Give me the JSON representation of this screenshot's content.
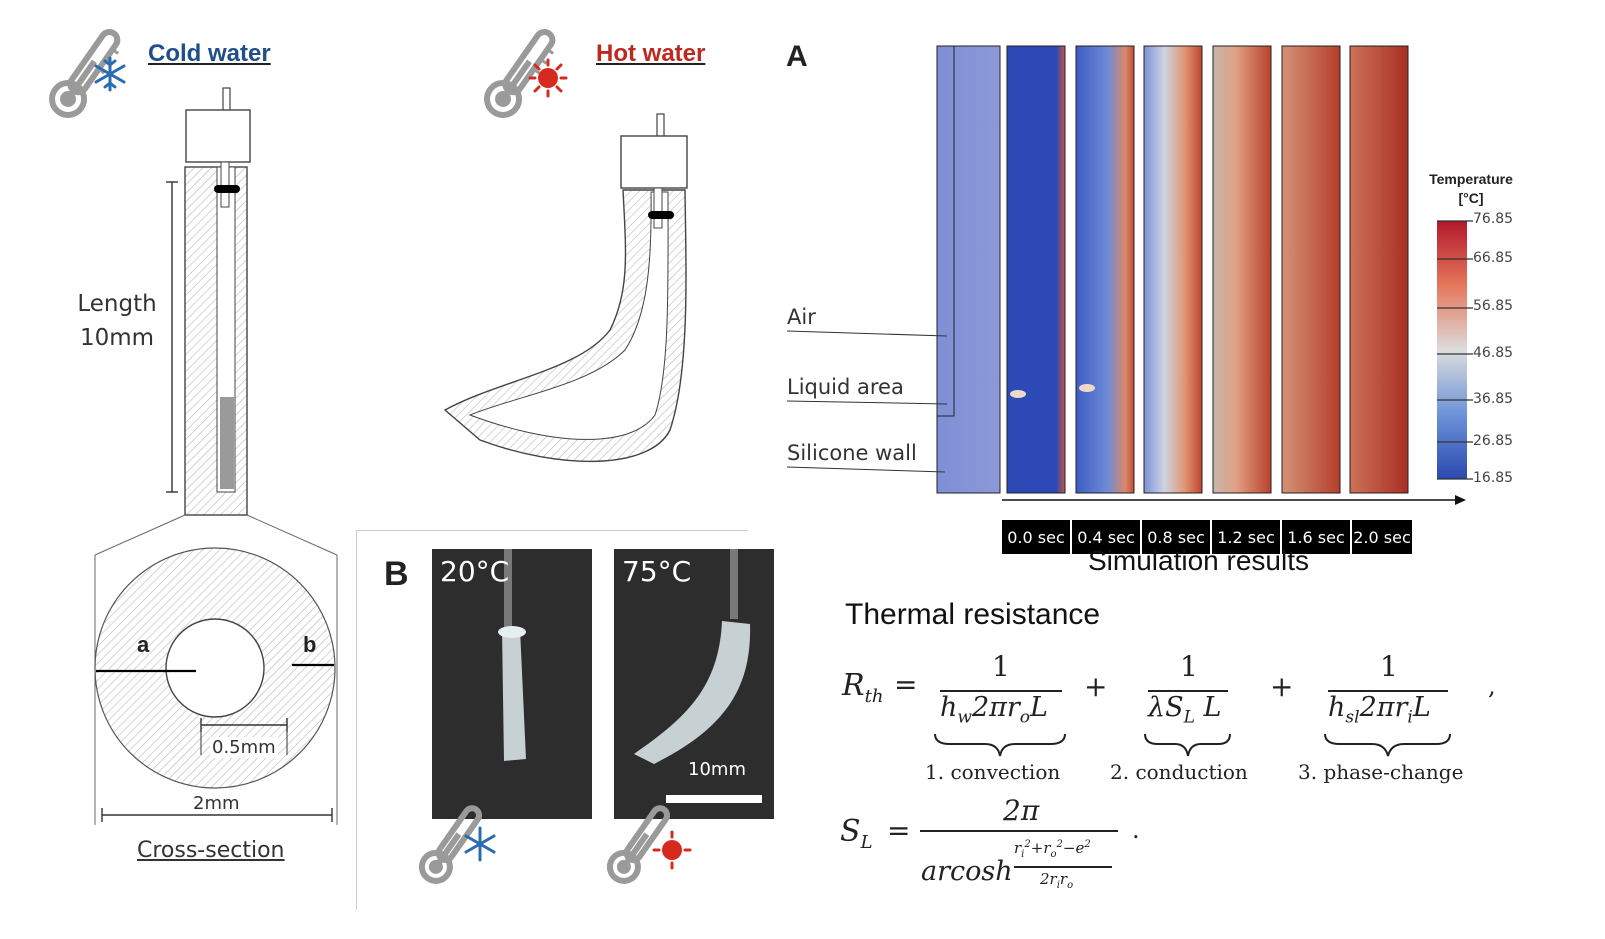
{
  "cold": {
    "title": "Cold water",
    "color": "#1f4e8c"
  },
  "hot": {
    "title": "Hot water",
    "color": "#c0271d"
  },
  "length_label": {
    "line1": "Length",
    "line2": "10mm"
  },
  "cross_section": {
    "label_a": "a",
    "label_b": "b",
    "inner_dim": "0.5mm",
    "outer_dim": "2mm",
    "caption": "Cross-section"
  },
  "panel_a": {
    "letter": "A",
    "annotations": [
      "Air",
      "Liquid area",
      "Silicone wall"
    ],
    "times": [
      "0.0 sec",
      "0.4 sec",
      "0.8 sec",
      "1.2 sec",
      "1.6 sec",
      "2.0 sec"
    ],
    "caption": "Simulation results",
    "colorbar": {
      "title_line1": "Temperature",
      "title_line2": "[°C]",
      "ticks": [
        "76.85",
        "66.85",
        "56.85",
        "46.85",
        "36.85",
        "26.85",
        "16.85"
      ]
    }
  },
  "panel_b": {
    "letter": "B",
    "photo1_temp": "20°C",
    "photo2_temp": "75°C",
    "scale": "10mm"
  },
  "equations": {
    "heading": "Thermal resistance",
    "r_lhs": "R",
    "r_lhs_sub": "th",
    "equals": "=",
    "plus": "+",
    "one": "1",
    "term1_den": "h",
    "term1_sub": "w",
    "term1_rest": "2πr",
    "term1_rsub": "o",
    "term1_end": "L",
    "term2_den": "λS",
    "term2_sub": "L",
    "term2_end": " L",
    "term3_den": "h",
    "term3_sub": "sl",
    "term3_rest": "2πr",
    "term3_rsub": "i",
    "term3_end": "L",
    "brace1": "1.  convection",
    "brace2": "2.  conduction",
    "brace3": "3.  phase-change",
    "comma": ",",
    "s_lhs": "S",
    "s_lhs_sub": "L",
    "s_num": "2π",
    "arcosh": "arcosh",
    "frac_num": "r",
    "frac_den": "2r",
    "period": "."
  }
}
